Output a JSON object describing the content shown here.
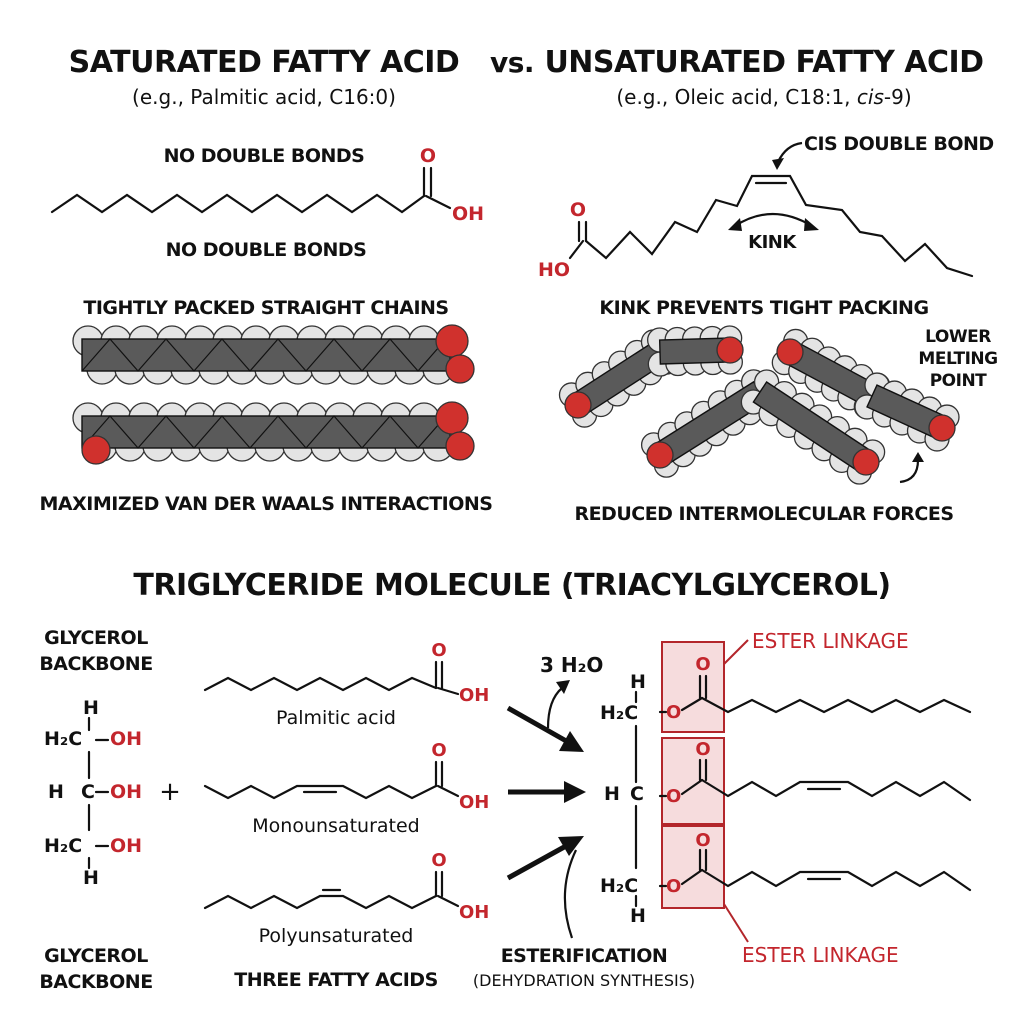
{
  "saturated": {
    "title": "SATURATED FATTY ACID",
    "example": "(e.g., Palmitic acid, C16:0)",
    "label_above": "NO DOUBLE BONDS",
    "label_below": "NO DOUBLE BONDS",
    "packing_label": "TIGHTLY PACKED STRAIGHT CHAINS",
    "interaction_label": "MAXIMIZED VAN DER WAALS INTERACTIONS"
  },
  "versus": "vs.",
  "unsaturated": {
    "title": "UNSATURATED FATTY ACID",
    "example_prefix": "(e.g., Oleic acid, C18:1, ",
    "example_italic": "cis",
    "example_suffix": "-9)",
    "cis_label": "CIS DOUBLE BOND",
    "kink_label": "KINK",
    "packing_label": "KINK PREVENTS TIGHT PACKING",
    "melting_line1": "LOWER",
    "melting_line2": "MELTING",
    "melting_line3": "POINT",
    "forces_label": "REDUCED INTERMOLECULAR FORCES"
  },
  "atoms": {
    "O": "O",
    "OH": "OH",
    "HO": "HO",
    "H": "H",
    "C": "C",
    "H2C": "H₂C",
    "dash": "–",
    "plus": "+"
  },
  "triglyceride": {
    "title": "TRIGLYCERIDE MOLECULE (TRIACYLGLYCEROL)",
    "glycerol_line1": "GLYCEROL",
    "glycerol_line2": "BACKBONE",
    "water": "3 H₂O",
    "fatty_acids": [
      "Palmitic acid",
      "Monounsaturated",
      "Polyunsaturated"
    ],
    "three_fatty_acids": "THREE FATTY ACIDS",
    "esterification": "ESTERIFICATION",
    "dehydration": "(DEHYDRATION SYNTHESIS)",
    "ester_linkage": "ESTER LINKAGE"
  },
  "colors": {
    "oxygen": "#c3262d",
    "ink": "#111111",
    "carbon_fill": "#5a5a5a",
    "hydrogen_fill": "#e4e4e4"
  }
}
